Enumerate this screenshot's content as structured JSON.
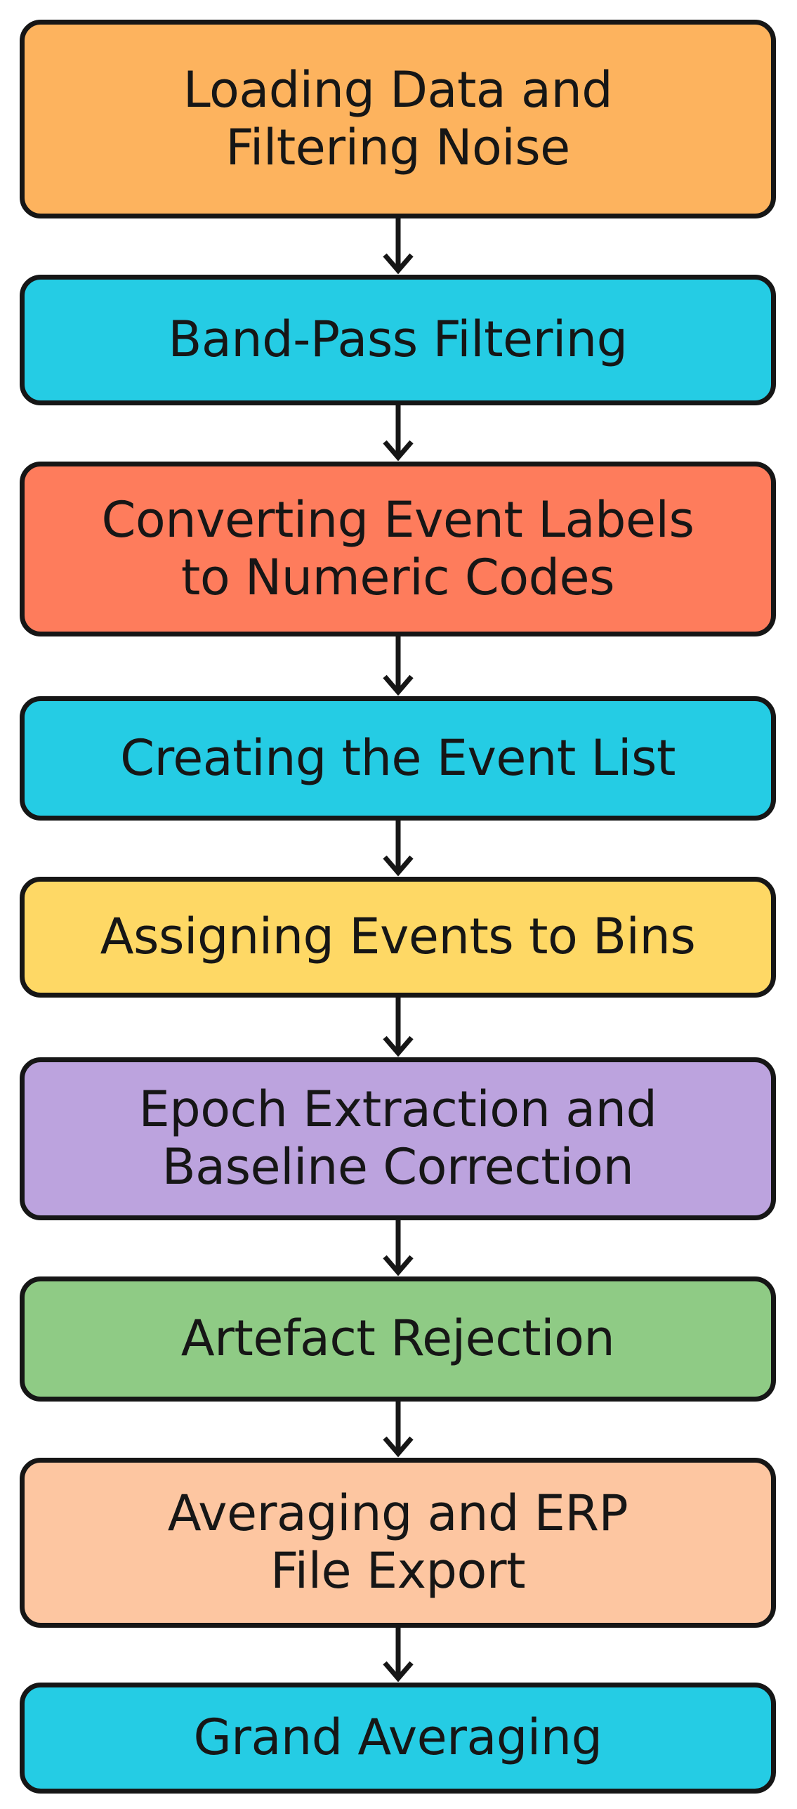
{
  "diagram": {
    "steps": [
      {
        "label": "Loading Data and\nFiltering Noise",
        "color": "#FDB35E"
      },
      {
        "label": "Band-Pass Filtering",
        "color": "#25CCE4"
      },
      {
        "label": "Converting Event Labels\nto Numeric Codes",
        "color": "#FE7C5C"
      },
      {
        "label": "Creating the Event List",
        "color": "#25CCE4"
      },
      {
        "label": "Assigning Events to Bins",
        "color": "#FED865"
      },
      {
        "label": "Epoch Extraction and\nBaseline Correction",
        "color": "#BCA3DE"
      },
      {
        "label": "Artefact Rejection",
        "color": "#8FCB85"
      },
      {
        "label": "Averaging and ERP\nFile Export",
        "color": "#FDC6A1"
      },
      {
        "label": "Grand Averaging",
        "color": "#25CCE4"
      }
    ],
    "connector_color": "#161616"
  }
}
